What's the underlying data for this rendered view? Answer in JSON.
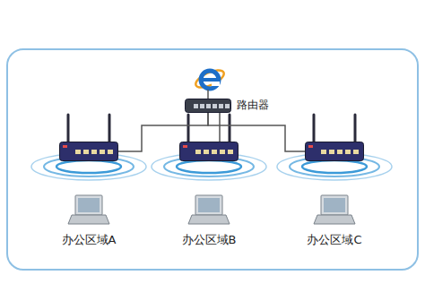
{
  "diagram": {
    "nodes": [
      {
        "text": [
          "路由器"
        ]
      },
      {
        "text": [
          "办公区域A"
        ]
      },
      {
        "text": [
          "办公区域B"
        ]
      },
      {
        "text": [
          "办公区域C"
        ]
      }
    ],
    "edges": [
      {
        "from": 0,
        "to": 1,
        "arrow": "none"
      },
      {
        "from": 0,
        "to": 2,
        "arrow": "none"
      },
      {
        "from": 0,
        "to": 3,
        "arrow": "none"
      }
    ]
  }
}
